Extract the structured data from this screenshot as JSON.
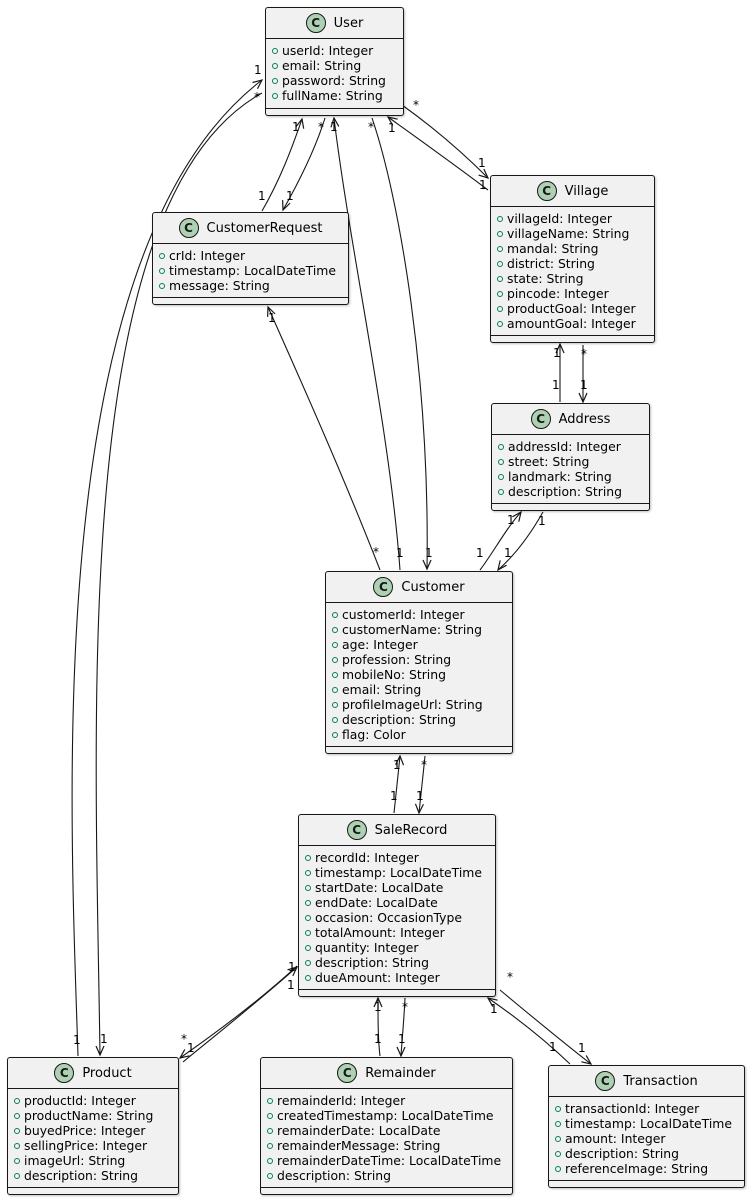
{
  "classes": [
    {
      "id": "user",
      "name": "User",
      "icon": "C",
      "attributes": [
        "userId: Integer",
        "email: String",
        "password: String",
        "fullName: String"
      ]
    },
    {
      "id": "customer_request",
      "name": "CustomerRequest",
      "icon": "C",
      "attributes": [
        "crId: Integer",
        "timestamp: LocalDateTime",
        "message: String"
      ]
    },
    {
      "id": "village",
      "name": "Village",
      "icon": "C",
      "attributes": [
        "villageId: Integer",
        "villageName: String",
        "mandal: String",
        "district: String",
        "state: String",
        "pincode: Integer",
        "productGoal: Integer",
        "amountGoal: Integer"
      ]
    },
    {
      "id": "address",
      "name": "Address",
      "icon": "C",
      "attributes": [
        "addressId: Integer",
        "street: String",
        "landmark: String",
        "description: String"
      ]
    },
    {
      "id": "customer",
      "name": "Customer",
      "icon": "C",
      "attributes": [
        "customerId: Integer",
        "customerName: String",
        "age: Integer",
        "profession: String",
        "mobileNo: String",
        "email: String",
        "profileImageUrl: String",
        "description: String",
        "flag: Color"
      ]
    },
    {
      "id": "sale_record",
      "name": "SaleRecord",
      "icon": "C",
      "attributes": [
        "recordId: Integer",
        "timestamp: LocalDateTime",
        "startDate: LocalDate",
        "endDate: LocalDate",
        "occasion: OccasionType",
        "totalAmount: Integer",
        "quantity: Integer",
        "description: String",
        "dueAmount: Integer"
      ]
    },
    {
      "id": "product",
      "name": "Product",
      "icon": "C",
      "attributes": [
        "productId: Integer",
        "productName: String",
        "buyedPrice: Integer",
        "sellingPrice: Integer",
        "imageUrl: String",
        "description: String"
      ]
    },
    {
      "id": "remainder",
      "name": "Remainder",
      "icon": "C",
      "attributes": [
        "remainderId: Integer",
        "createdTimestamp: LocalDateTime",
        "remainderDate: LocalDate",
        "remainderMessage: String",
        "remainderDateTime: LocalDateTime",
        "description: String"
      ]
    },
    {
      "id": "transaction",
      "name": "Transaction",
      "icon": "C",
      "attributes": [
        "transactionId: Integer",
        "timestamp: LocalDateTime",
        "amount: Integer",
        "description: String",
        "referenceImage: String"
      ]
    }
  ],
  "edges": [
    {
      "id": "cr-user",
      "from": "customer_request",
      "to": "user",
      "from_label": "1",
      "to_label": "1"
    },
    {
      "id": "user-cr",
      "from": "user",
      "to": "customer_request",
      "from_label": "*",
      "to_label": "1"
    },
    {
      "id": "user-village",
      "from": "user",
      "to": "village",
      "from_label": "*",
      "to_label": "1"
    },
    {
      "id": "village-user",
      "from": "village",
      "to": "user",
      "from_label": "1",
      "to_label": "1"
    },
    {
      "id": "address-village",
      "from": "address",
      "to": "village",
      "from_label": "1",
      "to_label": "1"
    },
    {
      "id": "village-address",
      "from": "village",
      "to": "address",
      "from_label": "*",
      "to_label": "1"
    },
    {
      "id": "customer-cr",
      "from": "customer",
      "to": "customer_request",
      "from_label": "*",
      "to_label": "1"
    },
    {
      "id": "customer-user",
      "from": "customer",
      "to": "user",
      "from_label": "1",
      "to_label": "1"
    },
    {
      "id": "user-customer",
      "from": "user",
      "to": "customer",
      "from_label": "*",
      "to_label": "1"
    },
    {
      "id": "customer-address",
      "from": "customer",
      "to": "address",
      "from_label": "1",
      "to_label": "1"
    },
    {
      "id": "address-customer",
      "from": "address",
      "to": "customer",
      "from_label": "1",
      "to_label": "1"
    },
    {
      "id": "sale-customer",
      "from": "sale_record",
      "to": "customer",
      "from_label": "1",
      "to_label": "1"
    },
    {
      "id": "customer-sale",
      "from": "customer",
      "to": "sale_record",
      "from_label": "*",
      "to_label": "1"
    },
    {
      "id": "product-user",
      "from": "product",
      "to": "user",
      "from_label": "1",
      "to_label": "1"
    },
    {
      "id": "user-product",
      "from": "user",
      "to": "product",
      "from_label": "*",
      "to_label": "1"
    },
    {
      "id": "sale-product",
      "from": "sale_record",
      "to": "product",
      "from_label": "1",
      "to_label": "1"
    },
    {
      "id": "product-sale",
      "from": "product",
      "to": "sale_record",
      "from_label": "*",
      "to_label": "1"
    },
    {
      "id": "remainder-sale",
      "from": "remainder",
      "to": "sale_record",
      "from_label": "1",
      "to_label": "1"
    },
    {
      "id": "sale-remainder",
      "from": "sale_record",
      "to": "remainder",
      "from_label": "*",
      "to_label": "1"
    },
    {
      "id": "transaction-sale",
      "from": "transaction",
      "to": "sale_record",
      "from_label": "1",
      "to_label": "1"
    },
    {
      "id": "sale-transaction",
      "from": "sale_record",
      "to": "transaction",
      "from_label": "*",
      "to_label": "1"
    }
  ]
}
